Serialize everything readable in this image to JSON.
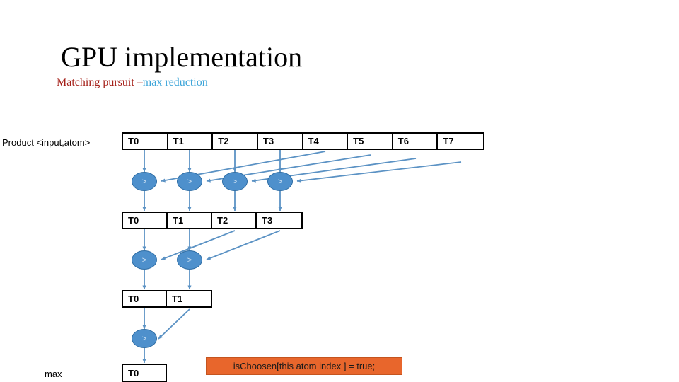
{
  "slide": {
    "title": "GPU implementation",
    "subtitle_a": "Matching pursuit –",
    "subtitle_b": "max reduction",
    "colors": {
      "subtitle_a": "#A52019",
      "subtitle_b": "#3DA5D9",
      "operator_fill": "#4E90CC",
      "operator_border": "#2E6DA4",
      "connector": "#5B92C4",
      "callout_fill": "#E8662C",
      "callout_border": "#C4541F",
      "cell_border": "#000000"
    }
  },
  "labels": {
    "product": "Product <input,atom>",
    "max": "max"
  },
  "rows": [
    {
      "id": "row-0",
      "cells": [
        "T0",
        "T1",
        "T2",
        "T3",
        "T4",
        "T5",
        "T6",
        "T7"
      ]
    },
    {
      "id": "row-1",
      "cells": [
        "T0",
        "T1",
        "T2",
        "T3"
      ]
    },
    {
      "id": "row-2",
      "cells": [
        "T0",
        "T1"
      ]
    },
    {
      "id": "row-3",
      "cells": [
        "T0"
      ]
    }
  ],
  "operators": {
    "symbol": ">",
    "level_1": [
      ">",
      ">",
      ">",
      ">"
    ],
    "level_2": [
      ">",
      ">"
    ],
    "level_3": [
      ">"
    ]
  },
  "callout": {
    "text": "isChoosen[this atom index ] = true;"
  }
}
